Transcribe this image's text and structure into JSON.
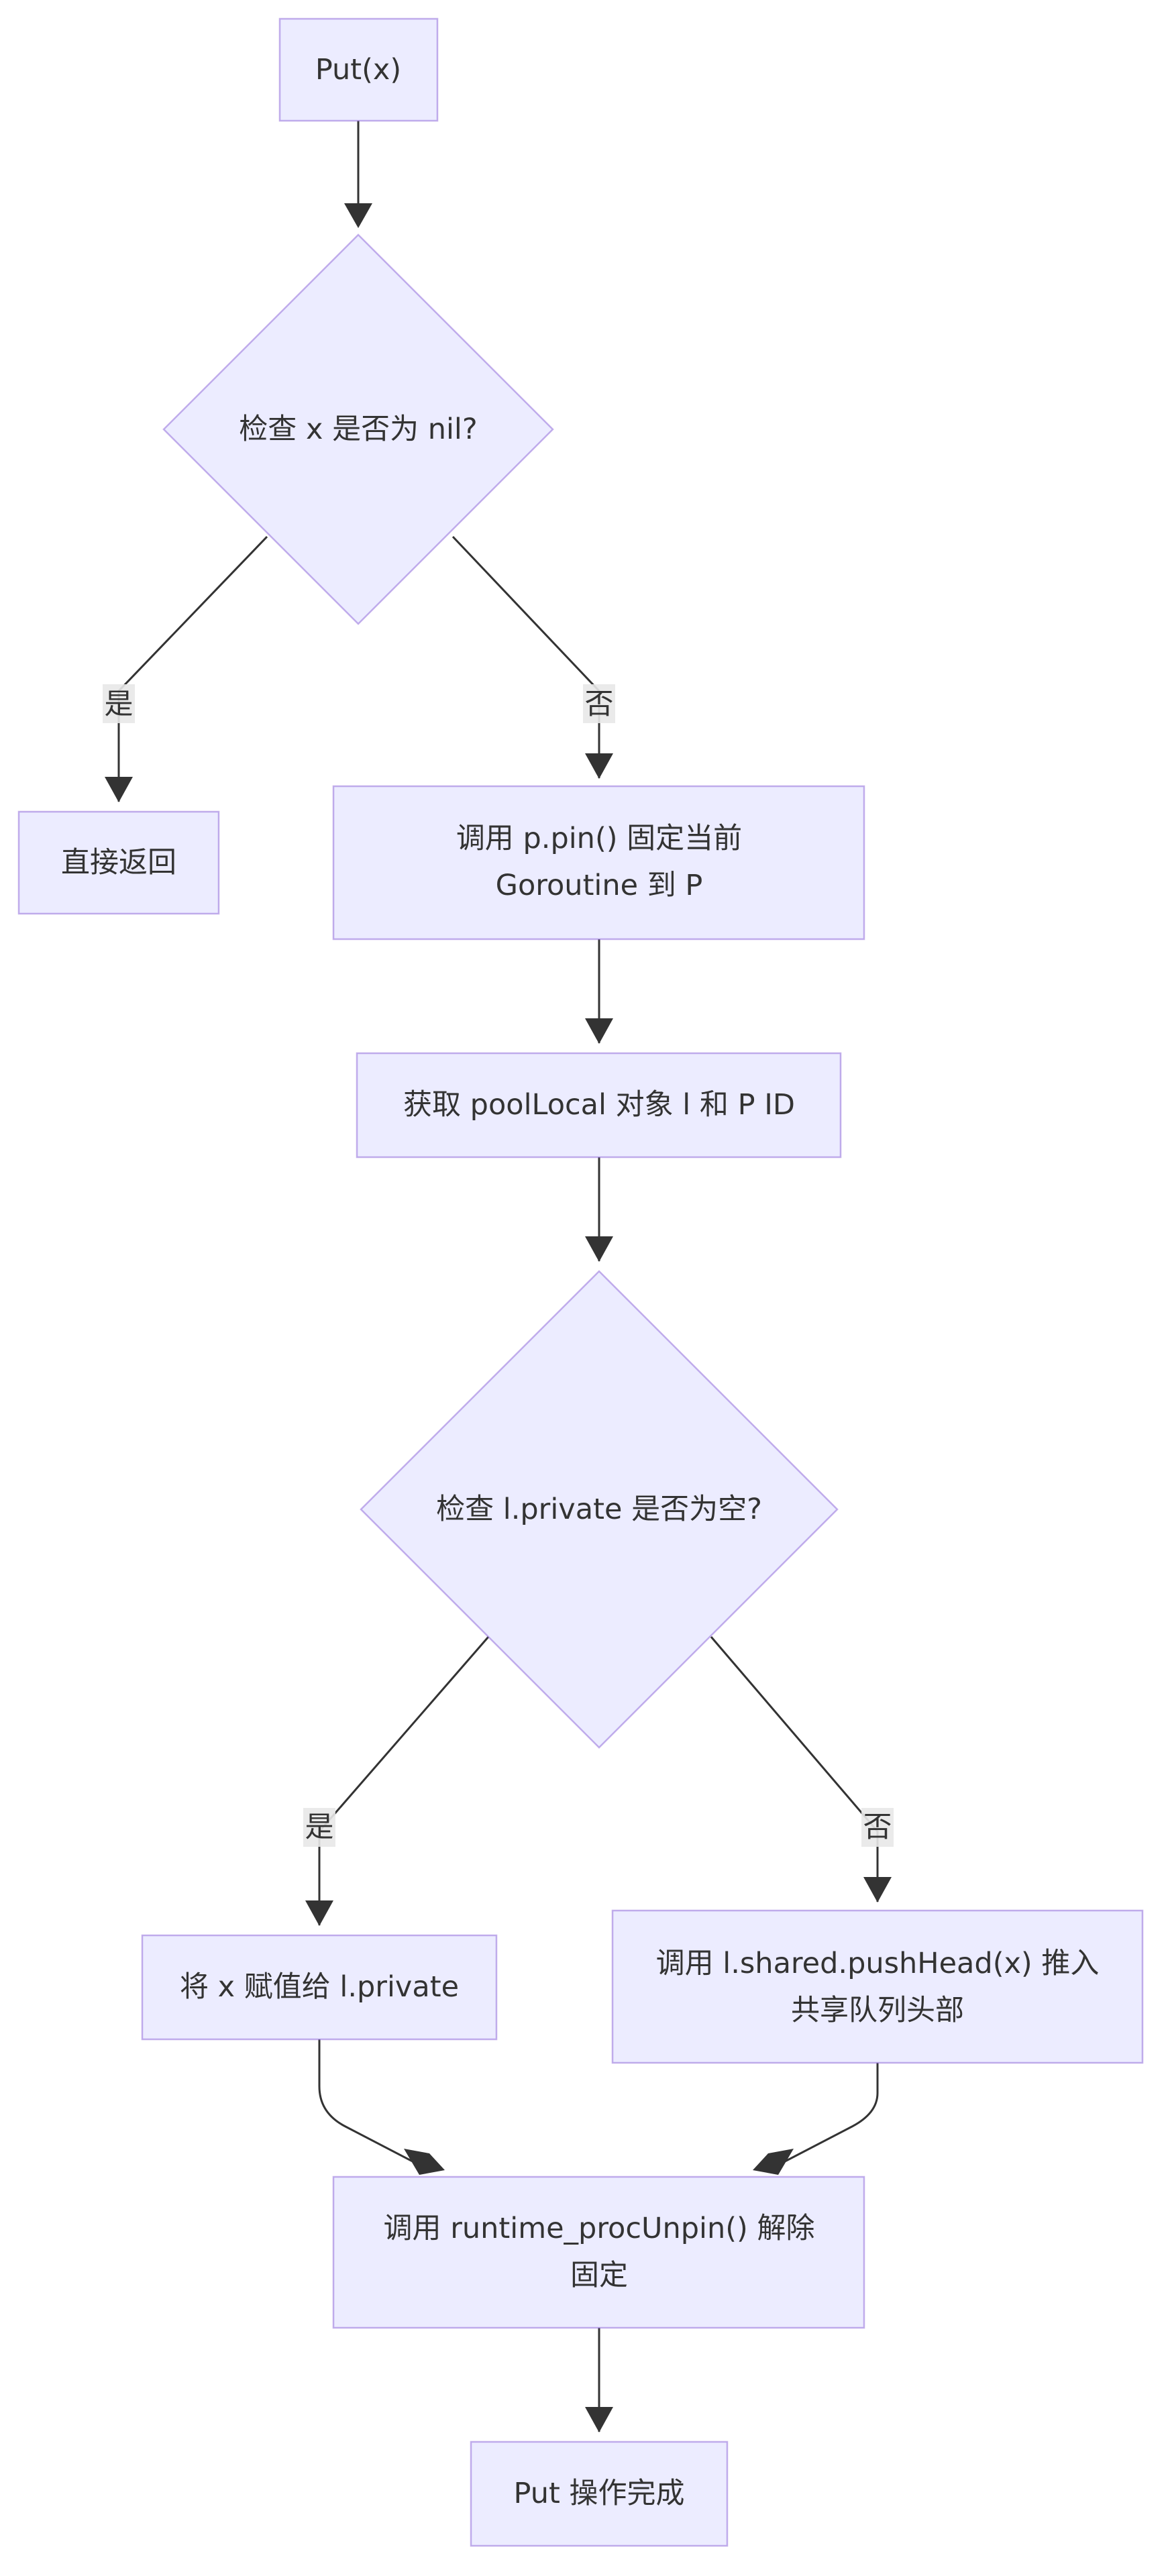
{
  "nodes": {
    "start": "Put(x)",
    "check_nil": "检查 x 是否为 nil?",
    "return_direct": "直接返回",
    "pin_line1": "调用 p.pin() 固定当前",
    "pin_line2": "Goroutine 到 P",
    "get_local": "获取 poolLocal 对象 l 和 P ID",
    "check_private": "检查 l.private 是否为空?",
    "assign_private": "将 x 赋值给 l.private",
    "push_line1": "调用 l.shared.pushHead(x) 推入",
    "push_line2": "共享队列头部",
    "unpin_line1": "调用 runtime_procUnpin() 解除",
    "unpin_line2": "固定",
    "done": "Put 操作完成"
  },
  "edge_labels": {
    "nil_yes": "是",
    "nil_no": "否",
    "private_yes": "是",
    "private_no": "否"
  }
}
